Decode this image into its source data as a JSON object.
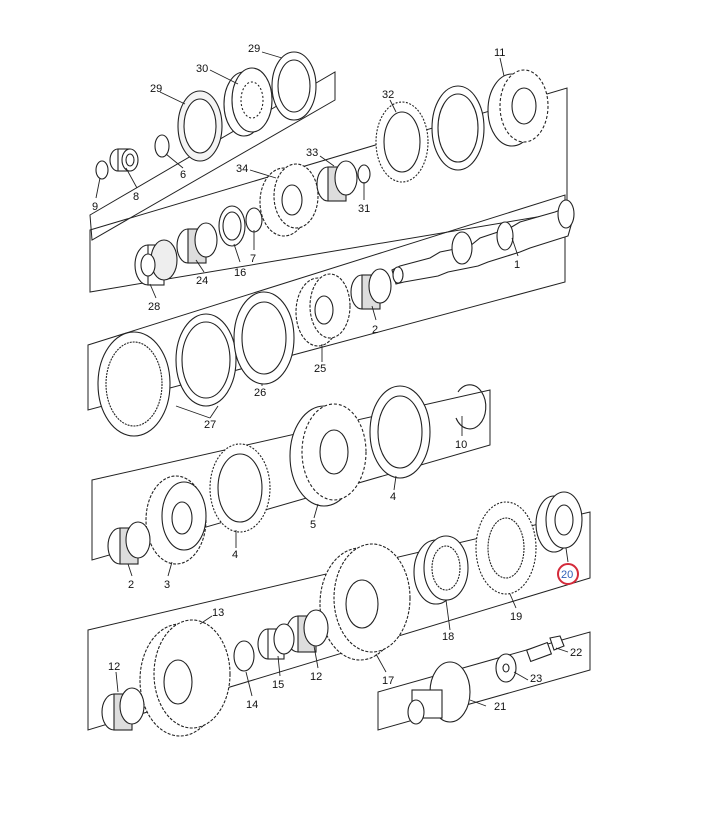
{
  "diagram": {
    "part_labels": [
      "1",
      "2",
      "3",
      "4",
      "5",
      "6",
      "7",
      "8",
      "9",
      "10",
      "11",
      "12",
      "13",
      "14",
      "15",
      "16",
      "17",
      "18",
      "19",
      "20",
      "21",
      "22",
      "23",
      "24",
      "25",
      "26",
      "27",
      "28",
      "29",
      "30",
      "31",
      "32",
      "33",
      "34"
    ],
    "highlighted_label": "20",
    "highlight_color": "#d42a3a",
    "highlight_text_color": "#2f5fb8"
  }
}
